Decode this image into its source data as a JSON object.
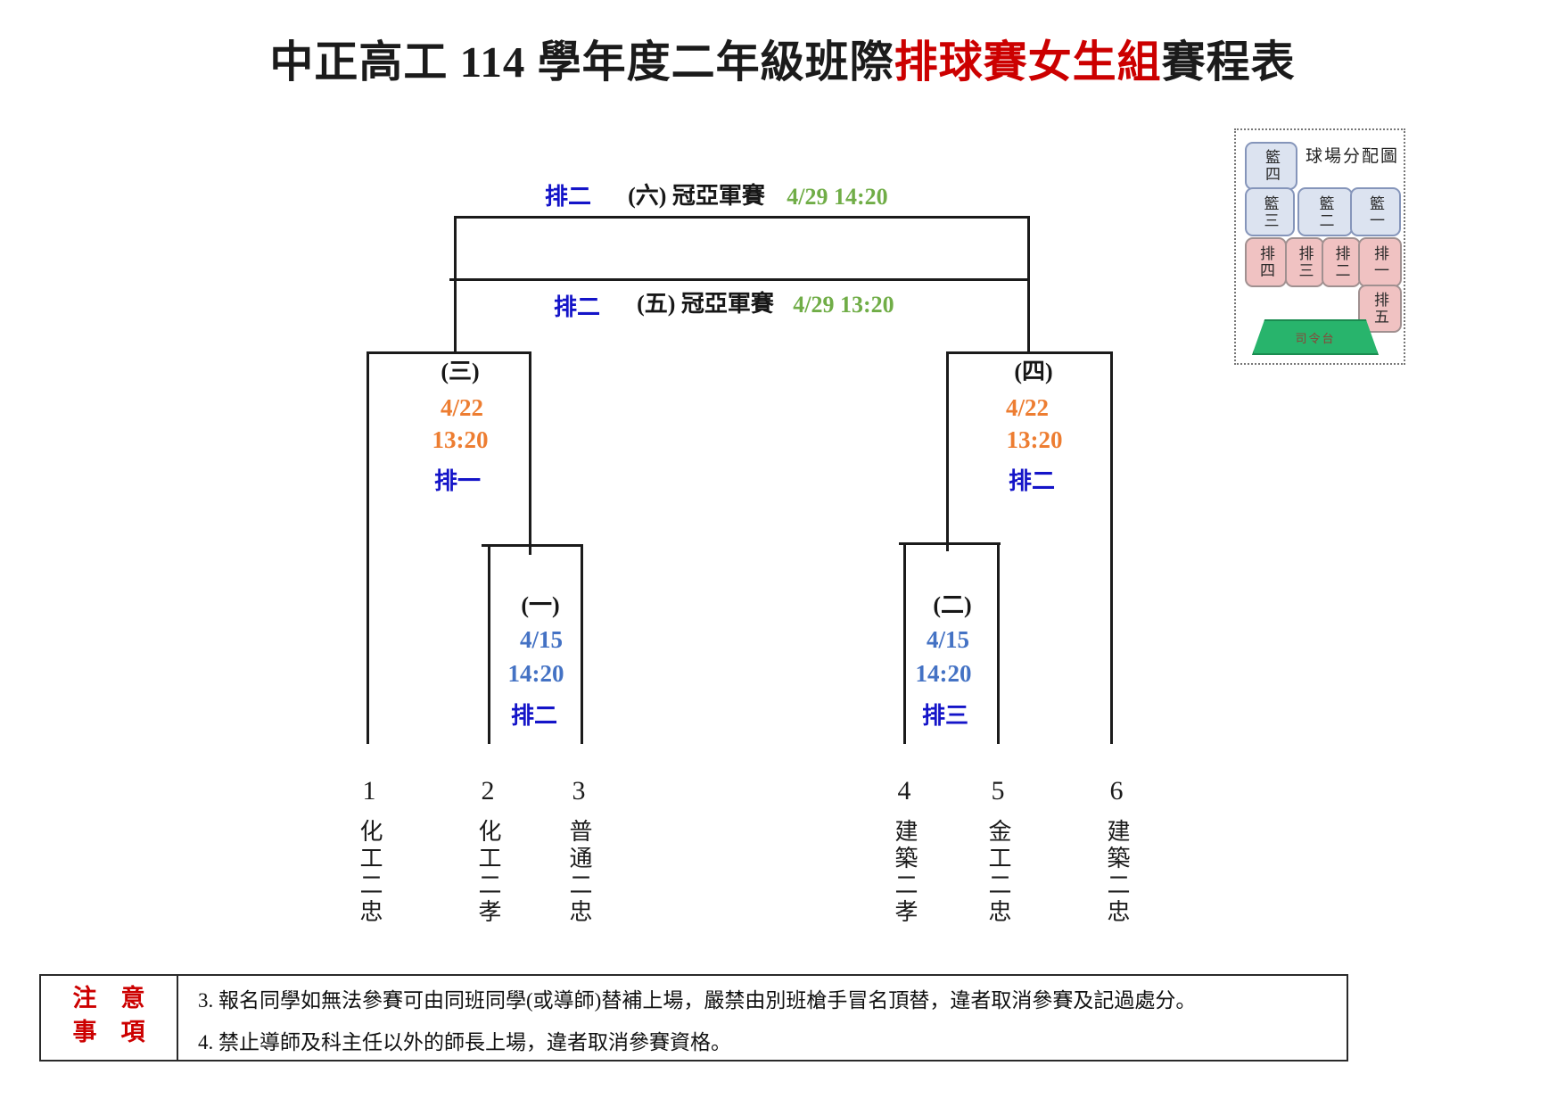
{
  "title": {
    "part1": "中正高工 114 學年度二年級班際",
    "highlight": "排球賽女生組",
    "part2": "賽程表"
  },
  "bracket": {
    "final_top": {
      "court": "排二",
      "label": "(六) 冠亞軍賽",
      "datetime": "4/29 14:20"
    },
    "final_bottom": {
      "court": "排二",
      "label": "(五) 冠亞軍賽",
      "datetime": "4/29 13:20"
    },
    "semi_left": {
      "id": "(三)",
      "date": "4/22",
      "time": "13:20",
      "court": "排一"
    },
    "semi_right": {
      "id": "(四)",
      "date": "4/22",
      "time": "13:20",
      "court": "排二"
    },
    "quarter_left": {
      "id": "(一)",
      "date": "4/15",
      "time": "14:20",
      "court": "排二"
    },
    "quarter_right": {
      "id": "(二)",
      "date": "4/15",
      "time": "14:20",
      "court": "排三"
    }
  },
  "teams": [
    {
      "num": "1",
      "name": "化工二忠"
    },
    {
      "num": "2",
      "name": "化工二孝"
    },
    {
      "num": "3",
      "name": "普通二忠"
    },
    {
      "num": "4",
      "name": "建築二孝"
    },
    {
      "num": "5",
      "name": "金工二忠"
    },
    {
      "num": "6",
      "name": "建築二忠"
    }
  ],
  "court_map": {
    "title": "球場分配圖",
    "basketball_courts": [
      "籃四",
      "籃三",
      "籃二",
      "籃一"
    ],
    "volleyball_courts": [
      "排四",
      "排三",
      "排二",
      "排一",
      "排五"
    ],
    "stage": "司令台"
  },
  "notes": {
    "header_row1": "注　意",
    "header_row2": "事　項",
    "item3": "3.  報名同學如無法參賽可由同班同學(或導師)替補上場，嚴禁由別班槍手冒名頂替，違者取消參賽及記過處分。",
    "item4": "4.  禁止導師及科主任以外的師長上場，違者取消參賽資格。"
  },
  "colors": {
    "title_highlight": "#cc0000",
    "court_label_blue": "#1414c8",
    "quarter_time_blue": "#4472c4",
    "semi_time_orange": "#ed7d31",
    "final_time_green": "#70ad47",
    "notes_red": "#cc0000"
  }
}
